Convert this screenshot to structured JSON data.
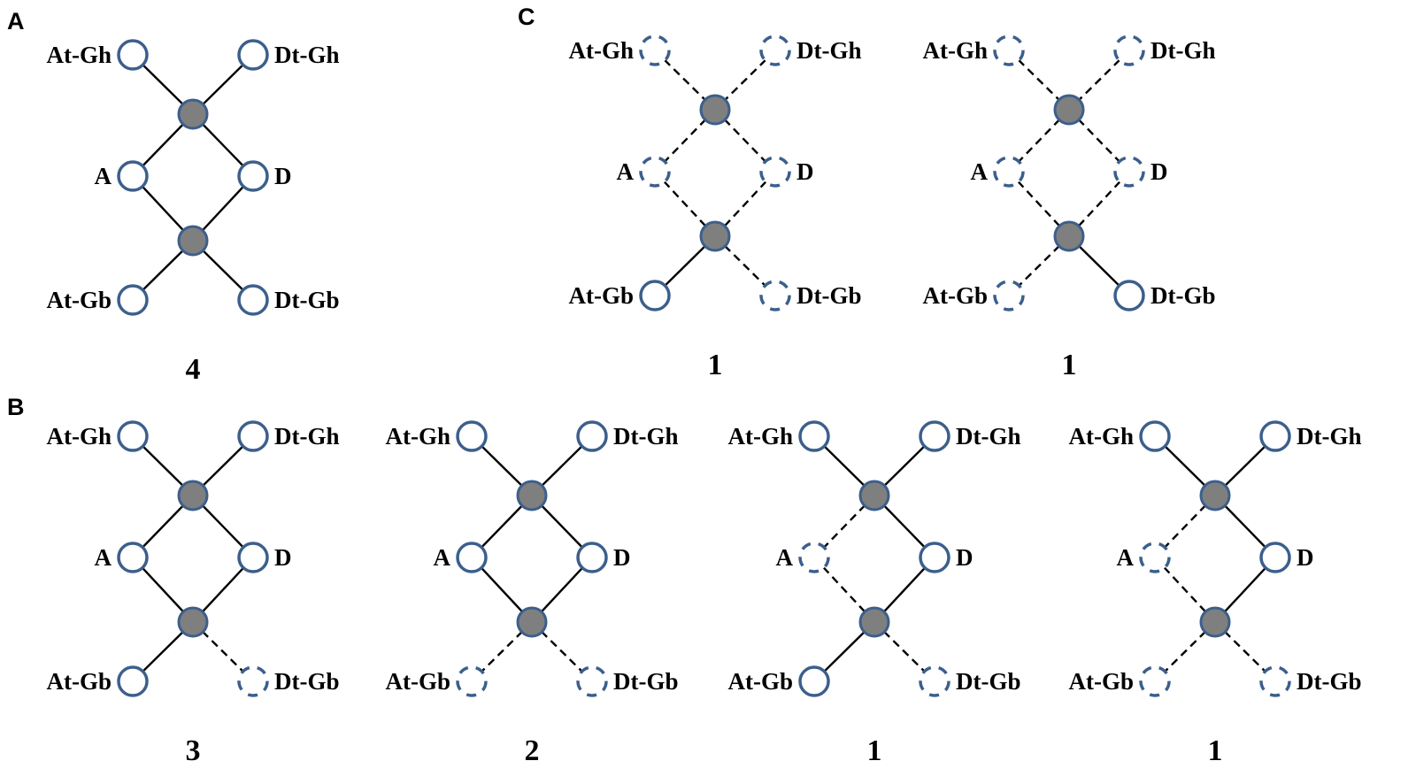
{
  "panels": [
    {
      "letter": "A",
      "diagrams": [
        {
          "count": "4",
          "lost": []
        }
      ]
    },
    {
      "letter": "B",
      "diagrams": [
        {
          "count": "3",
          "lost": [
            "Dt-Gb"
          ]
        },
        {
          "count": "2",
          "lost": [
            "At-Gb",
            "Dt-Gb"
          ]
        },
        {
          "count": "1",
          "lost": [
            "A",
            "Dt-Gb"
          ]
        },
        {
          "count": "1",
          "lost": [
            "A",
            "At-Gb",
            "Dt-Gb"
          ]
        }
      ]
    },
    {
      "letter": "C",
      "diagrams": [
        {
          "count": "1",
          "lost": [
            "At-Gh",
            "Dt-Gh",
            "A",
            "D",
            "Dt-Gb"
          ]
        },
        {
          "count": "1",
          "lost": [
            "At-Gh",
            "Dt-Gh",
            "A",
            "D",
            "At-Gb"
          ]
        }
      ]
    }
  ],
  "node_labels": {
    "atgh": "At-Gh",
    "dtgh": "Dt-Gh",
    "a": "A",
    "d": "D",
    "atgb": "At-Gb",
    "dtgb": "Dt-Gb"
  },
  "colors": {
    "node_stroke": "#3c5f8c",
    "hub_fill": "#7f7f7f",
    "edge": "#000000"
  }
}
